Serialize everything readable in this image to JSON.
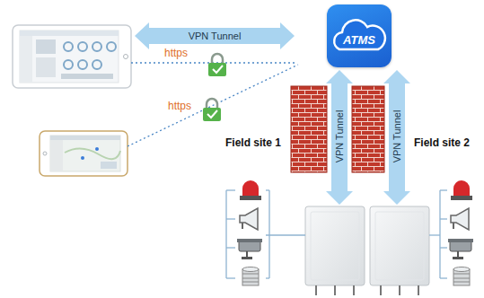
{
  "diagram": {
    "nodes": [
      {
        "text": [
          "ATMS"
        ]
      }
    ],
    "labels": [
      "VPN Tunnel",
      "https",
      "https",
      "Field site 1",
      "VPN Tunnel",
      "Field site 2",
      "VPN Tunnel"
    ]
  }
}
